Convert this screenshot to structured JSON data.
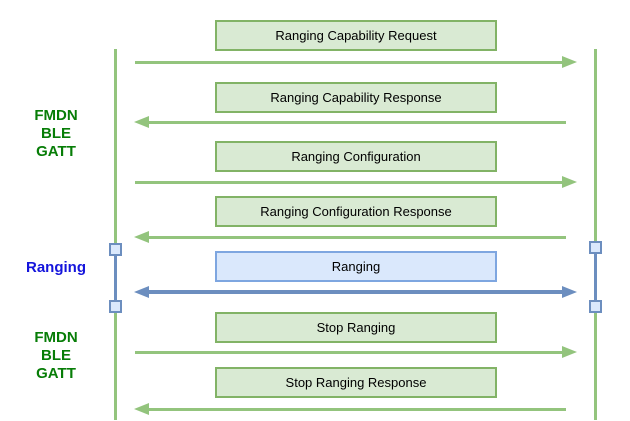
{
  "side_labels": [
    {
      "lines": [
        "FMDN",
        "BLE",
        "GATT"
      ],
      "color": "#077d07"
    },
    {
      "lines": [
        "Ranging"
      ],
      "color": "#1414dc"
    },
    {
      "lines": [
        "FMDN",
        "BLE",
        "GATT"
      ],
      "color": "#077d07"
    }
  ],
  "messages": [
    {
      "label": "Ranging Capability Request",
      "direction": "right",
      "color": "green"
    },
    {
      "label": "Ranging Capability Response",
      "direction": "left",
      "color": "green"
    },
    {
      "label": "Ranging Configuration",
      "direction": "right",
      "color": "green"
    },
    {
      "label": "Ranging Configuration Response",
      "direction": "left",
      "color": "green"
    },
    {
      "label": "Ranging",
      "direction": "both",
      "color": "blue"
    },
    {
      "label": "Stop Ranging",
      "direction": "right",
      "color": "green"
    },
    {
      "label": "Stop Ranging Response",
      "direction": "left",
      "color": "green"
    }
  ],
  "colors": {
    "green_arrow": "#93c47d",
    "green_box_fill": "#d9ead3",
    "green_box_border": "#82b366",
    "green_label_text": "#077d07",
    "blue_arrow": "#6c8ebf",
    "blue_box_fill": "#dae8fc",
    "blue_box_border": "#7ea6e0",
    "blue_label_text": "#1414dc",
    "node_fill": "#dae8fc",
    "node_border": "#6c8ebf"
  }
}
